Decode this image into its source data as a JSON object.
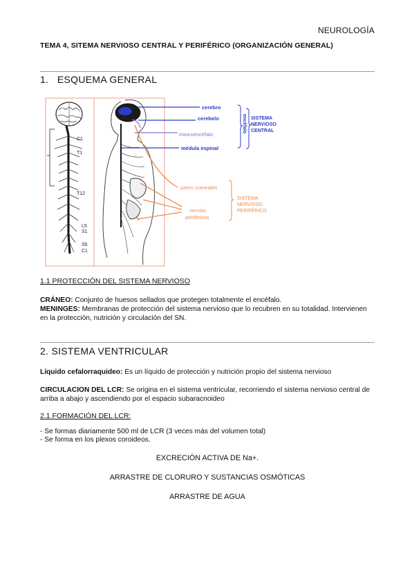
{
  "header": {
    "subject": "NEUROLOGÍA"
  },
  "title": "TEMA 4, SITEMA NERVIOSO CENTRAL Y PERIFÉRICO (ORGANIZACIÓN GENERAL)",
  "section1": {
    "number": "1.",
    "heading": "ESQUEMA GENERAL",
    "figure": {
      "vertebra_labels": [
        "C1",
        "T1",
        "T12",
        "L5",
        "S1",
        "S5",
        "C1"
      ],
      "labels": {
        "cerebro": "cerebro",
        "cerebelo": "cerebelo",
        "tronco": "troncoencéfalo",
        "medula": "médula espinal",
        "encefalo": "encéfalo",
        "snc": [
          "SISTEMA",
          "NERVIOSO",
          "CENTRAL"
        ],
        "pares": "pares craneales",
        "nervios": [
          "nervios",
          "periféricos"
        ],
        "snp": [
          "SISTEMA",
          "NERVIOSO",
          "PERIFÉRICO"
        ]
      },
      "colors": {
        "blue": "#2a3cc8",
        "orange": "#f0884a",
        "purple": "#8b6fd0",
        "frame": "#e8a08c"
      }
    },
    "sub_heading": "1.1 PROTECCIÓN DEL SISTEMA NERVIOSO",
    "craneo_label": "CRÁNEO:",
    "craneo_text": " Conjunto de huesos sellados que protegen totalmente el encéfalo.",
    "meninges_label": "MENINGES:",
    "meninges_text": " Membranas de protección del sistema nervioso que lo recubren en su totalidad. Intervienen en la protección, nutrición y circulación del SN."
  },
  "section2": {
    "heading": "2. SISTEMA VENTRICULAR",
    "lcr_label": "Líquido cefalorraquideo:",
    "lcr_text": " Es un líquido de protección y nutrición propio del sistema nervioso",
    "circ_label": "CIRCULACION DEL LCR:",
    "circ_text": " Se origina en el sistema ventricular, recorriendo el sistema nervioso central de arriba a abajo y ascendiendo por el espacio subaracnoideo",
    "sub_heading": "2.1 FORMACIÓN DEL LCR:",
    "bullets": [
      "-  Se formas diariamente 500 ml de LCR (3 veces más del volumen total)",
      "-  Se forma en los plexos coroideos."
    ],
    "centered": [
      "EXCRECIÓN ACTIVA DE Na+.",
      "ARRASTRE DE CLORURO Y SUSTANCIAS OSMÓTICAS",
      "ARRASTRE DE AGUA"
    ]
  }
}
